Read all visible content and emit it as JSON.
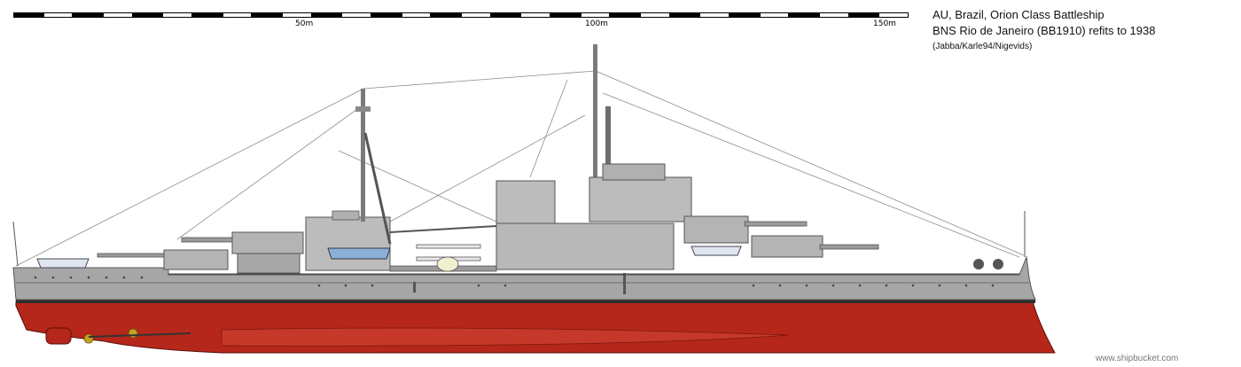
{
  "scale": {
    "labels": [
      "50m",
      "100m",
      "150m"
    ]
  },
  "header": {
    "line1": "AU, Brazil, Orion Class Battleship",
    "line2": "BNS Rio de Janeiro (BB1910) refits to 1938",
    "credits": "(Jabba/Karle94/Nigevids)"
  },
  "footer": {
    "watermark": "www.shipbucket.com"
  },
  "colors": {
    "hull_grey": "#a6a6a6",
    "deck_grey": "#b4b4b4",
    "superstructure": "#bcbcbc",
    "boot_top": "#2e2e2e",
    "red_hull": "#b5271a",
    "rigging": "#8a8a8a"
  }
}
